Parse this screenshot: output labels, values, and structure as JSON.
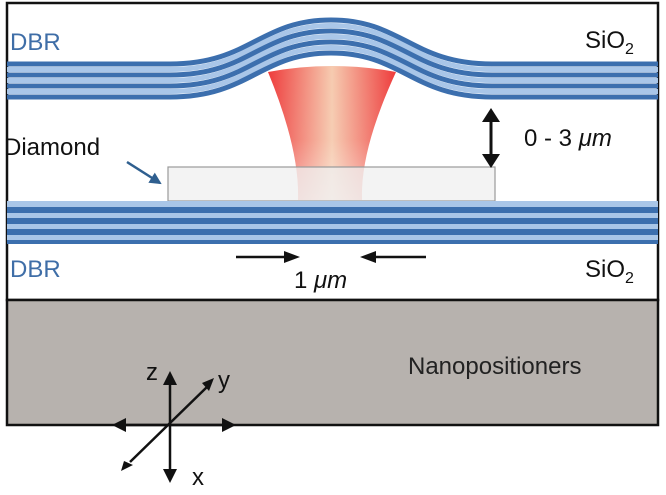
{
  "labels": {
    "dbr_top": "DBR",
    "dbr_bottom": "DBR",
    "sio2_base": "SiO",
    "sio2_sub": "2",
    "diamond": "Diamond",
    "gap_prefix": "0 - 3 ",
    "gap_unit": "μm",
    "spot_prefix": "1 ",
    "spot_unit": "μm",
    "nanopositioners": "Nanopositioners",
    "axis_x": "x",
    "axis_y": "y",
    "axis_z": "z"
  },
  "colors": {
    "dbr_dark": "#3c6fae",
    "dbr_light": "#a9c6e8",
    "dbr_label": "#3f6ea7",
    "diamond_fill": "#efefef",
    "diamond_edge": "#9a9a9a",
    "beam_core": "#f6cbb0",
    "beam_edge": "#ee3b3b",
    "stage": "#b7b2ae",
    "frame": "#111111",
    "arrow": "#111111",
    "pointer": "#2f5f8f"
  }
}
